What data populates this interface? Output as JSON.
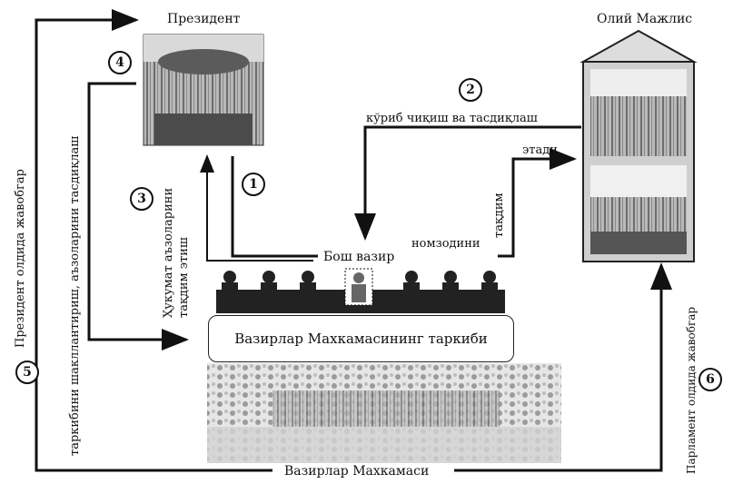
{
  "president": {
    "title": "Президент"
  },
  "parliament": {
    "title": "Олий Мажлис"
  },
  "prime_minister": {
    "label": "Бош вазир"
  },
  "cabinet": {
    "composition": "Вазирлар Махкамасининг таркиби",
    "name": "Вазирлар Махкамаси"
  },
  "labels": {
    "review_approve": "кўриб чиқиш ва тасдиқлаш",
    "submits": "этади",
    "nominee": "номзодини",
    "nominates": "тақдим",
    "members_propose": "Ҳукумат аъзоларини тақдим этиш",
    "form_approve": "таркибини шакллантириш, аъзоларини тасдиқлаш",
    "accountable_president": "Президент олдида жавобгар",
    "accountable_parliament": "Парламент олдида жавобгар"
  },
  "steps": [
    "1",
    "2",
    "3",
    "4",
    "5",
    "6"
  ],
  "icons": [
    "president-building-image",
    "parliament-building-image",
    "cabinet-building-image",
    "minister-figure-icon"
  ],
  "colors": {
    "line": "#111111",
    "background": "#ffffff"
  }
}
